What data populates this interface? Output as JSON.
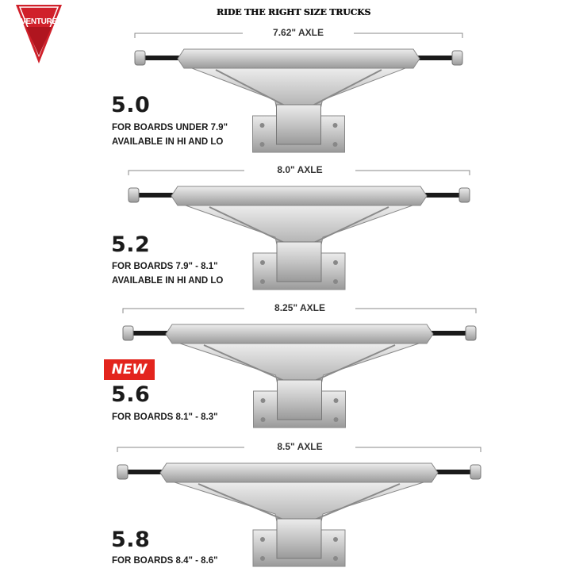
{
  "page": {
    "title": "RIDE THE RIGHT SIZE TRUCKS"
  },
  "brand": {
    "logo_text": "VENTURE",
    "color": "#d0202a"
  },
  "trucks": [
    {
      "axle": "7.62\" AXLE",
      "size": "5.0",
      "lines": [
        "FOR BOARDS UNDER 7.9\"",
        "AVAILABLE IN HI AND LO"
      ],
      "badge": ""
    },
    {
      "axle": "8.0\" AXLE",
      "size": "5.2",
      "lines": [
        "FOR BOARDS 7.9\" - 8.1\"",
        "AVAILABLE IN HI AND LO"
      ],
      "badge": ""
    },
    {
      "axle": "8.25\" AXLE",
      "size": "5.6",
      "lines": [
        "FOR BOARDS 8.1\" - 8.3\""
      ],
      "badge": "NEW"
    },
    {
      "axle": "8.5\" AXLE",
      "size": "5.8",
      "lines": [
        "FOR BOARDS 8.4\" - 8.6\""
      ],
      "badge": ""
    }
  ],
  "colors": {
    "badge": "#e3241d",
    "truck_metal": "#c9c9c9",
    "axle_rod": "#1a1a1a"
  }
}
